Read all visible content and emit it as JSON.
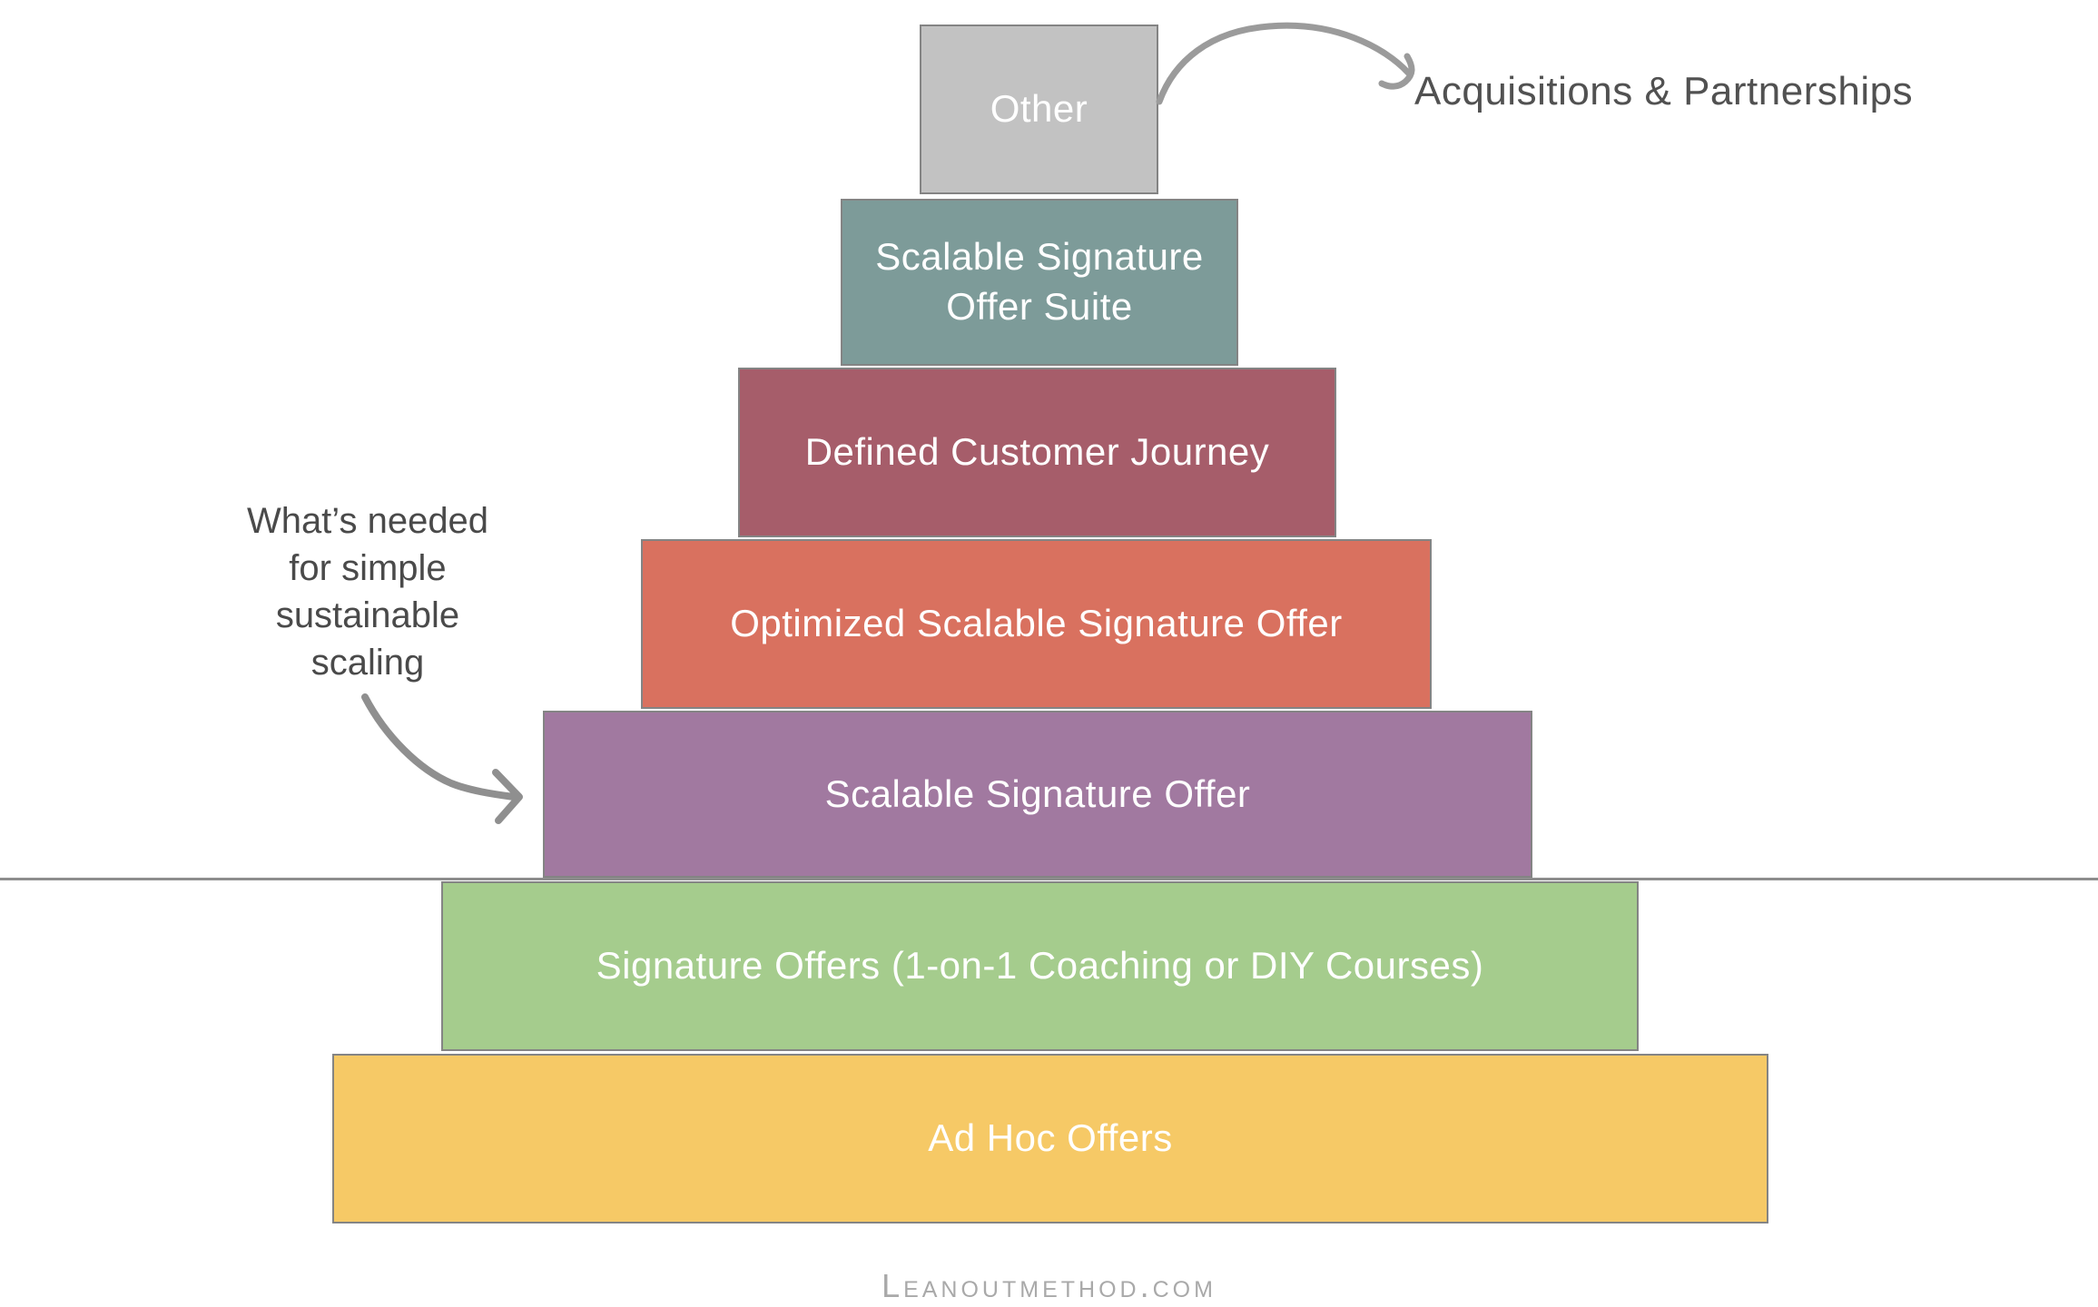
{
  "pyramid": {
    "levels": [
      {
        "label": "Other",
        "color": "#c2c2c2"
      },
      {
        "label": "Scalable Signature\nOffer Suite",
        "color": "#7d9b99"
      },
      {
        "label": "Defined Customer Journey",
        "color": "#a65d6a"
      },
      {
        "label": "Optimized Scalable Signature Offer",
        "color": "#d9715f"
      },
      {
        "label": "Scalable Signature Offer",
        "color": "#a179a0"
      },
      {
        "label": "Signature Offers (1-on-1 Coaching or DIY Courses)",
        "color": "#a5cc8d"
      },
      {
        "label": "Ad Hoc Offers",
        "color": "#f6c966"
      }
    ]
  },
  "annotations": {
    "scaling_note": "What’s needed\nfor simple\nsustainable\nscaling",
    "other_callout": "Acquisitions & Partnerships"
  },
  "footer": {
    "site": "Leanoutmethod.com"
  },
  "colors": {
    "divider": "#8d8d8d",
    "arrow": "#9b9b9b",
    "box_border": "#848484",
    "label_text": "#ffffff",
    "note_text": "#4a4a4a",
    "footer_text": "#a9a9a9"
  }
}
